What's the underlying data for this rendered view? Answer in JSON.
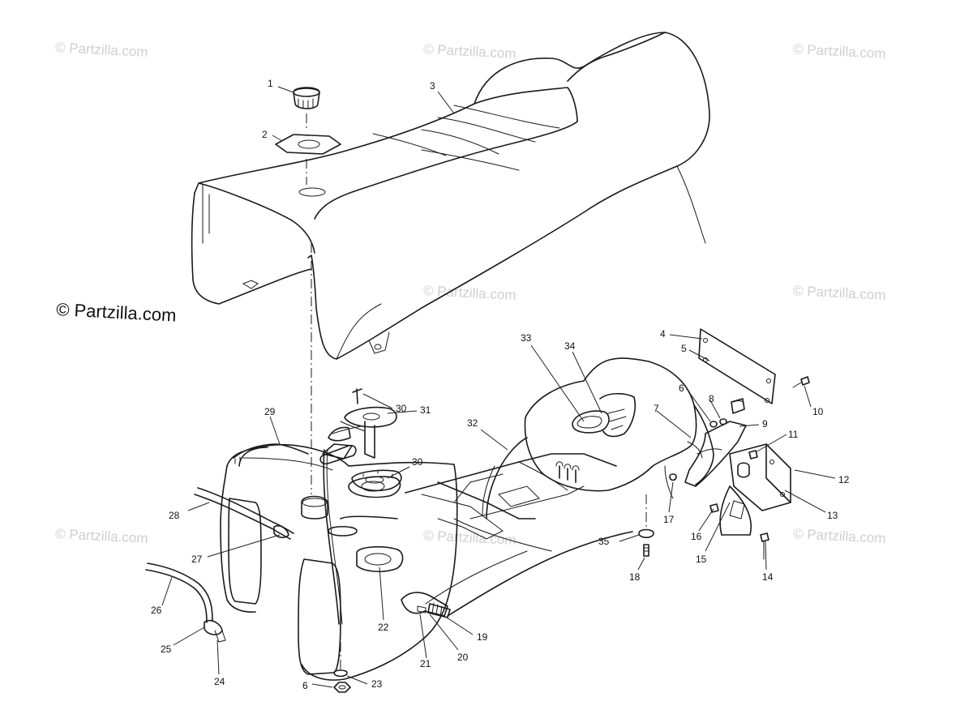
{
  "watermark": {
    "main_text": "© Partzilla.com",
    "repeat_text": "© Partzilla.com",
    "main_color": "#111111",
    "repeat_color": "#cfcfcf"
  },
  "callouts": [
    {
      "id": "1",
      "text": "1"
    },
    {
      "id": "2",
      "text": "2"
    },
    {
      "id": "3",
      "text": "3"
    },
    {
      "id": "4",
      "text": "4"
    },
    {
      "id": "5",
      "text": "5"
    },
    {
      "id": "6a",
      "text": "6"
    },
    {
      "id": "6b",
      "text": "6"
    },
    {
      "id": "7",
      "text": "7"
    },
    {
      "id": "8",
      "text": "8"
    },
    {
      "id": "9",
      "text": "9"
    },
    {
      "id": "10",
      "text": "10"
    },
    {
      "id": "11",
      "text": "11"
    },
    {
      "id": "12",
      "text": "12"
    },
    {
      "id": "13",
      "text": "13"
    },
    {
      "id": "14",
      "text": "14"
    },
    {
      "id": "15",
      "text": "15"
    },
    {
      "id": "16",
      "text": "16"
    },
    {
      "id": "17",
      "text": "17"
    },
    {
      "id": "18",
      "text": "18"
    },
    {
      "id": "19",
      "text": "19"
    },
    {
      "id": "20",
      "text": "20"
    },
    {
      "id": "21",
      "text": "21"
    },
    {
      "id": "22",
      "text": "22"
    },
    {
      "id": "23",
      "text": "23"
    },
    {
      "id": "24",
      "text": "24"
    },
    {
      "id": "25",
      "text": "25"
    },
    {
      "id": "26",
      "text": "26"
    },
    {
      "id": "27",
      "text": "27"
    },
    {
      "id": "28",
      "text": "28"
    },
    {
      "id": "29",
      "text": "29"
    },
    {
      "id": "30a",
      "text": "30"
    },
    {
      "id": "30b",
      "text": "30"
    },
    {
      "id": "31",
      "text": "31"
    },
    {
      "id": "32",
      "text": "32"
    },
    {
      "id": "33",
      "text": "33"
    },
    {
      "id": "34",
      "text": "34"
    },
    {
      "id": "35",
      "text": "35"
    }
  ]
}
